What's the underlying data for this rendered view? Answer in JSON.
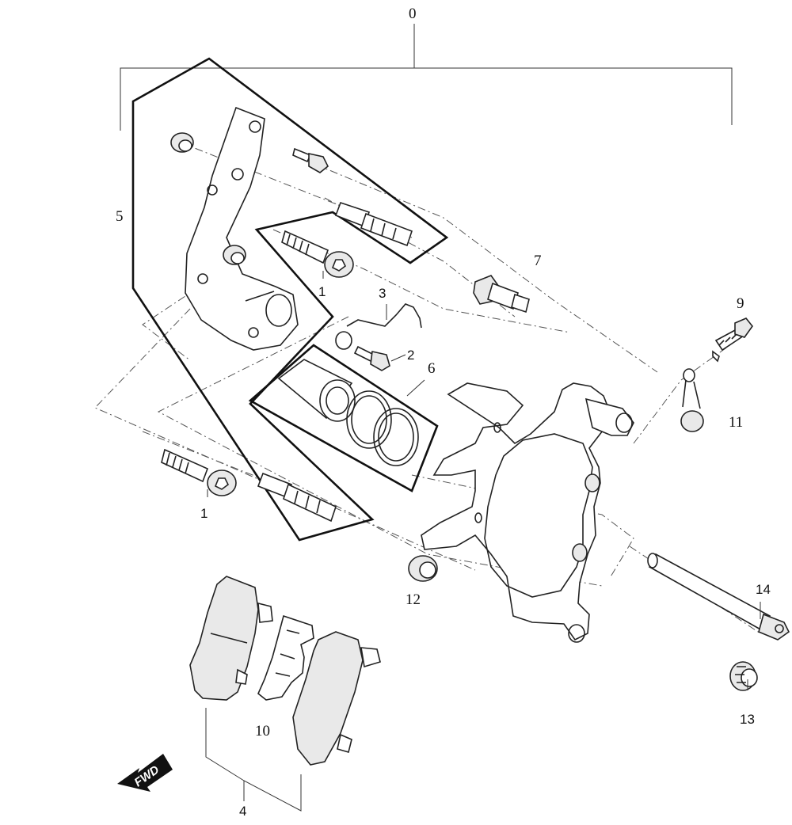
{
  "callouts": {
    "c0": "0",
    "c1a": "1",
    "c1b": "1",
    "c2": "2",
    "c3": "3",
    "c4": "4",
    "c5": "5",
    "c6": "6",
    "c7": "7",
    "c9": "9",
    "c10": "10",
    "c11": "11",
    "c12": "12",
    "c13": "13",
    "c14": "14"
  },
  "fwd_label": "FWD"
}
